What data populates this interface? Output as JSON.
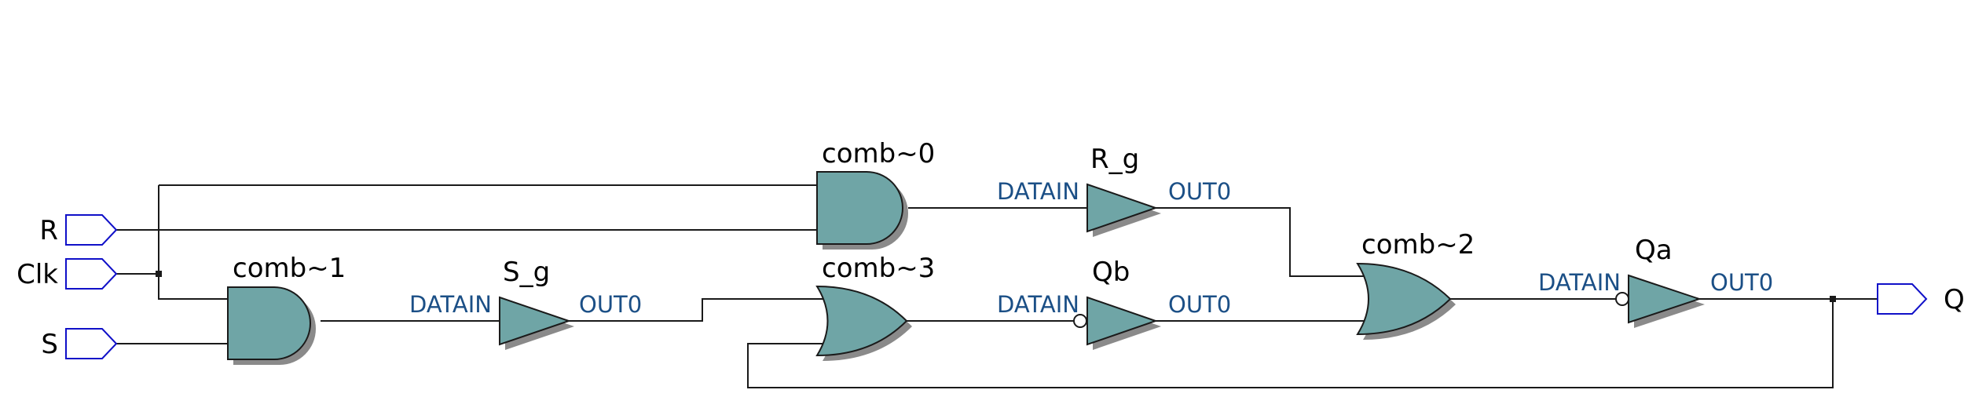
{
  "inputs": {
    "r": "R",
    "clk": "Clk",
    "s": "S"
  },
  "output": {
    "q": "Q"
  },
  "instances": {
    "comb0": "comb~0",
    "comb1": "comb~1",
    "comb2": "comb~2",
    "comb3": "comb~3",
    "r_g": "R_g",
    "s_g": "S_g",
    "qb": "Qb",
    "qa": "Qa"
  },
  "ports": {
    "datain": "DATAIN",
    "out0": "OUT0"
  },
  "colors": {
    "gate_fill": "#6fa5a6",
    "pin_stroke": "#1010c8",
    "port_text": "#1b4f86"
  }
}
